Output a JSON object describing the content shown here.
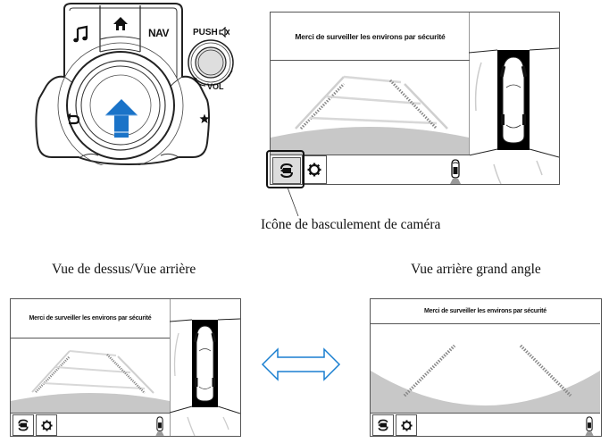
{
  "controller": {
    "buttons": {
      "music_icon": "music-note",
      "home_icon": "home",
      "nav_label": "NAV",
      "back_icon": "back-arrow",
      "favorite_icon": "star"
    },
    "volume_knob": {
      "push_label": "PUSH",
      "mute_icon": "speaker-mute",
      "vol_label": "VOL"
    },
    "commander_knob": {
      "action_arrow": "up-arrow",
      "arrow_color": "#1a73c8"
    }
  },
  "screens": {
    "top": {
      "message": "Merci de surveiller les environs par sécurité",
      "view": "top-view-rear-view",
      "toolbar": {
        "camera_switch_icon": "camera-switch",
        "settings_icon": "gear",
        "car_status_icon": "car-sensor",
        "camera_switch_highlighted": true
      }
    },
    "bottom_left": {
      "message": "Merci de surveiller les environs par sécurité",
      "view": "top-view-rear-view"
    },
    "bottom_right": {
      "message": "Merci de surveiller les environs par sécurité",
      "view": "wide-rear-view"
    }
  },
  "callout": {
    "label": "Icône de basculement de caméra"
  },
  "captions": {
    "left": "Vue de dessus/Vue arrière",
    "right": "Vue arrière grand angle"
  },
  "toggle_arrow": {
    "icon": "double-arrow",
    "color": "#1a7fd0"
  }
}
